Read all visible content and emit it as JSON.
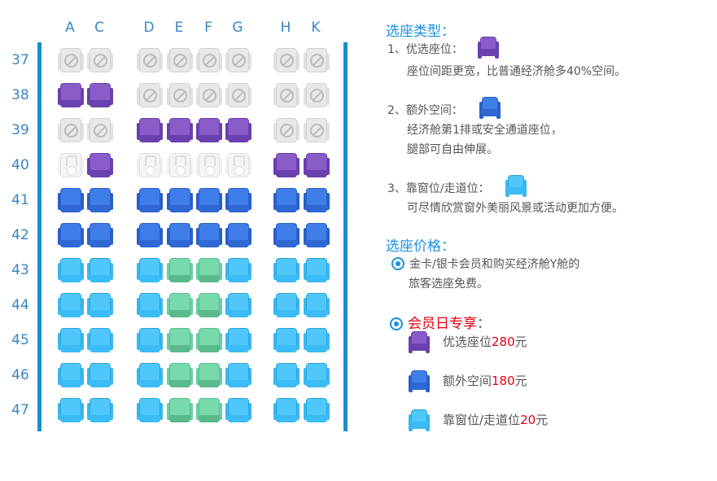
{
  "seat_map": {
    "columns": [
      "A",
      "C",
      "D",
      "E",
      "F",
      "G",
      "H",
      "K"
    ],
    "rows": [
      {
        "label": "37",
        "seats": [
          "x",
          "x",
          "x",
          "x",
          "x",
          "x",
          "x",
          "x"
        ]
      },
      {
        "label": "38",
        "seats": [
          "p",
          "p",
          "x",
          "x",
          "x",
          "x",
          "x",
          "x"
        ]
      },
      {
        "label": "39",
        "seats": [
          "x",
          "x",
          "p",
          "p",
          "p",
          "p",
          "x",
          "x"
        ]
      },
      {
        "label": "40",
        "seats": [
          "n",
          "p",
          "n",
          "n",
          "n",
          "n",
          "p",
          "p"
        ]
      },
      {
        "label": "41",
        "seats": [
          "b",
          "b",
          "b",
          "b",
          "b",
          "b",
          "b",
          "b"
        ]
      },
      {
        "label": "42",
        "seats": [
          "b",
          "b",
          "b",
          "b",
          "b",
          "b",
          "b",
          "b"
        ]
      },
      {
        "label": "43",
        "seats": [
          "l",
          "l",
          "l",
          "g",
          "g",
          "l",
          "l",
          "l"
        ]
      },
      {
        "label": "44",
        "seats": [
          "l",
          "l",
          "l",
          "g",
          "g",
          "l",
          "l",
          "l"
        ]
      },
      {
        "label": "45",
        "seats": [
          "l",
          "l",
          "l",
          "g",
          "g",
          "l",
          "l",
          "l"
        ]
      },
      {
        "label": "46",
        "seats": [
          "l",
          "l",
          "l",
          "g",
          "g",
          "l",
          "l",
          "l"
        ]
      },
      {
        "label": "47",
        "seats": [
          "l",
          "l",
          "l",
          "g",
          "g",
          "l",
          "l",
          "l"
        ]
      }
    ],
    "seat_types": {
      "x": "occupied",
      "p": "preferred",
      "b": "extra-legroom",
      "l": "window-aisle",
      "g": "standard",
      "n": "bassinet"
    }
  },
  "legend": {
    "types_title": "选座类型：",
    "t1_label": "1、优选座位：",
    "t1_desc": "座位间距更宽，比普通经济舱多40%空间。",
    "t2_label": "2、额外空间：",
    "t2_desc1": "经济舱第1排或安全通道座位，",
    "t2_desc2": "腿部可自由伸展。",
    "t3_label": "3、靠窗位/走道位：",
    "t3_desc": "可尽情欣赏窗外美丽风景或活动更加方便。",
    "price_title": "选座价格：",
    "free1": "金卡/银卡会员和购买经济舱Y舱的",
    "free2": "旅客选座免费。",
    "member_day": "会员日专享",
    "member_colon": "：",
    "p1_label": "优选座位",
    "p1_price": "280",
    "p1_unit": "元",
    "p2_label": "额外空间",
    "p2_price": "180",
    "p2_unit": "元",
    "p3_label": "靠窗位/走道位",
    "p3_price": "20",
    "p3_unit": "元"
  }
}
